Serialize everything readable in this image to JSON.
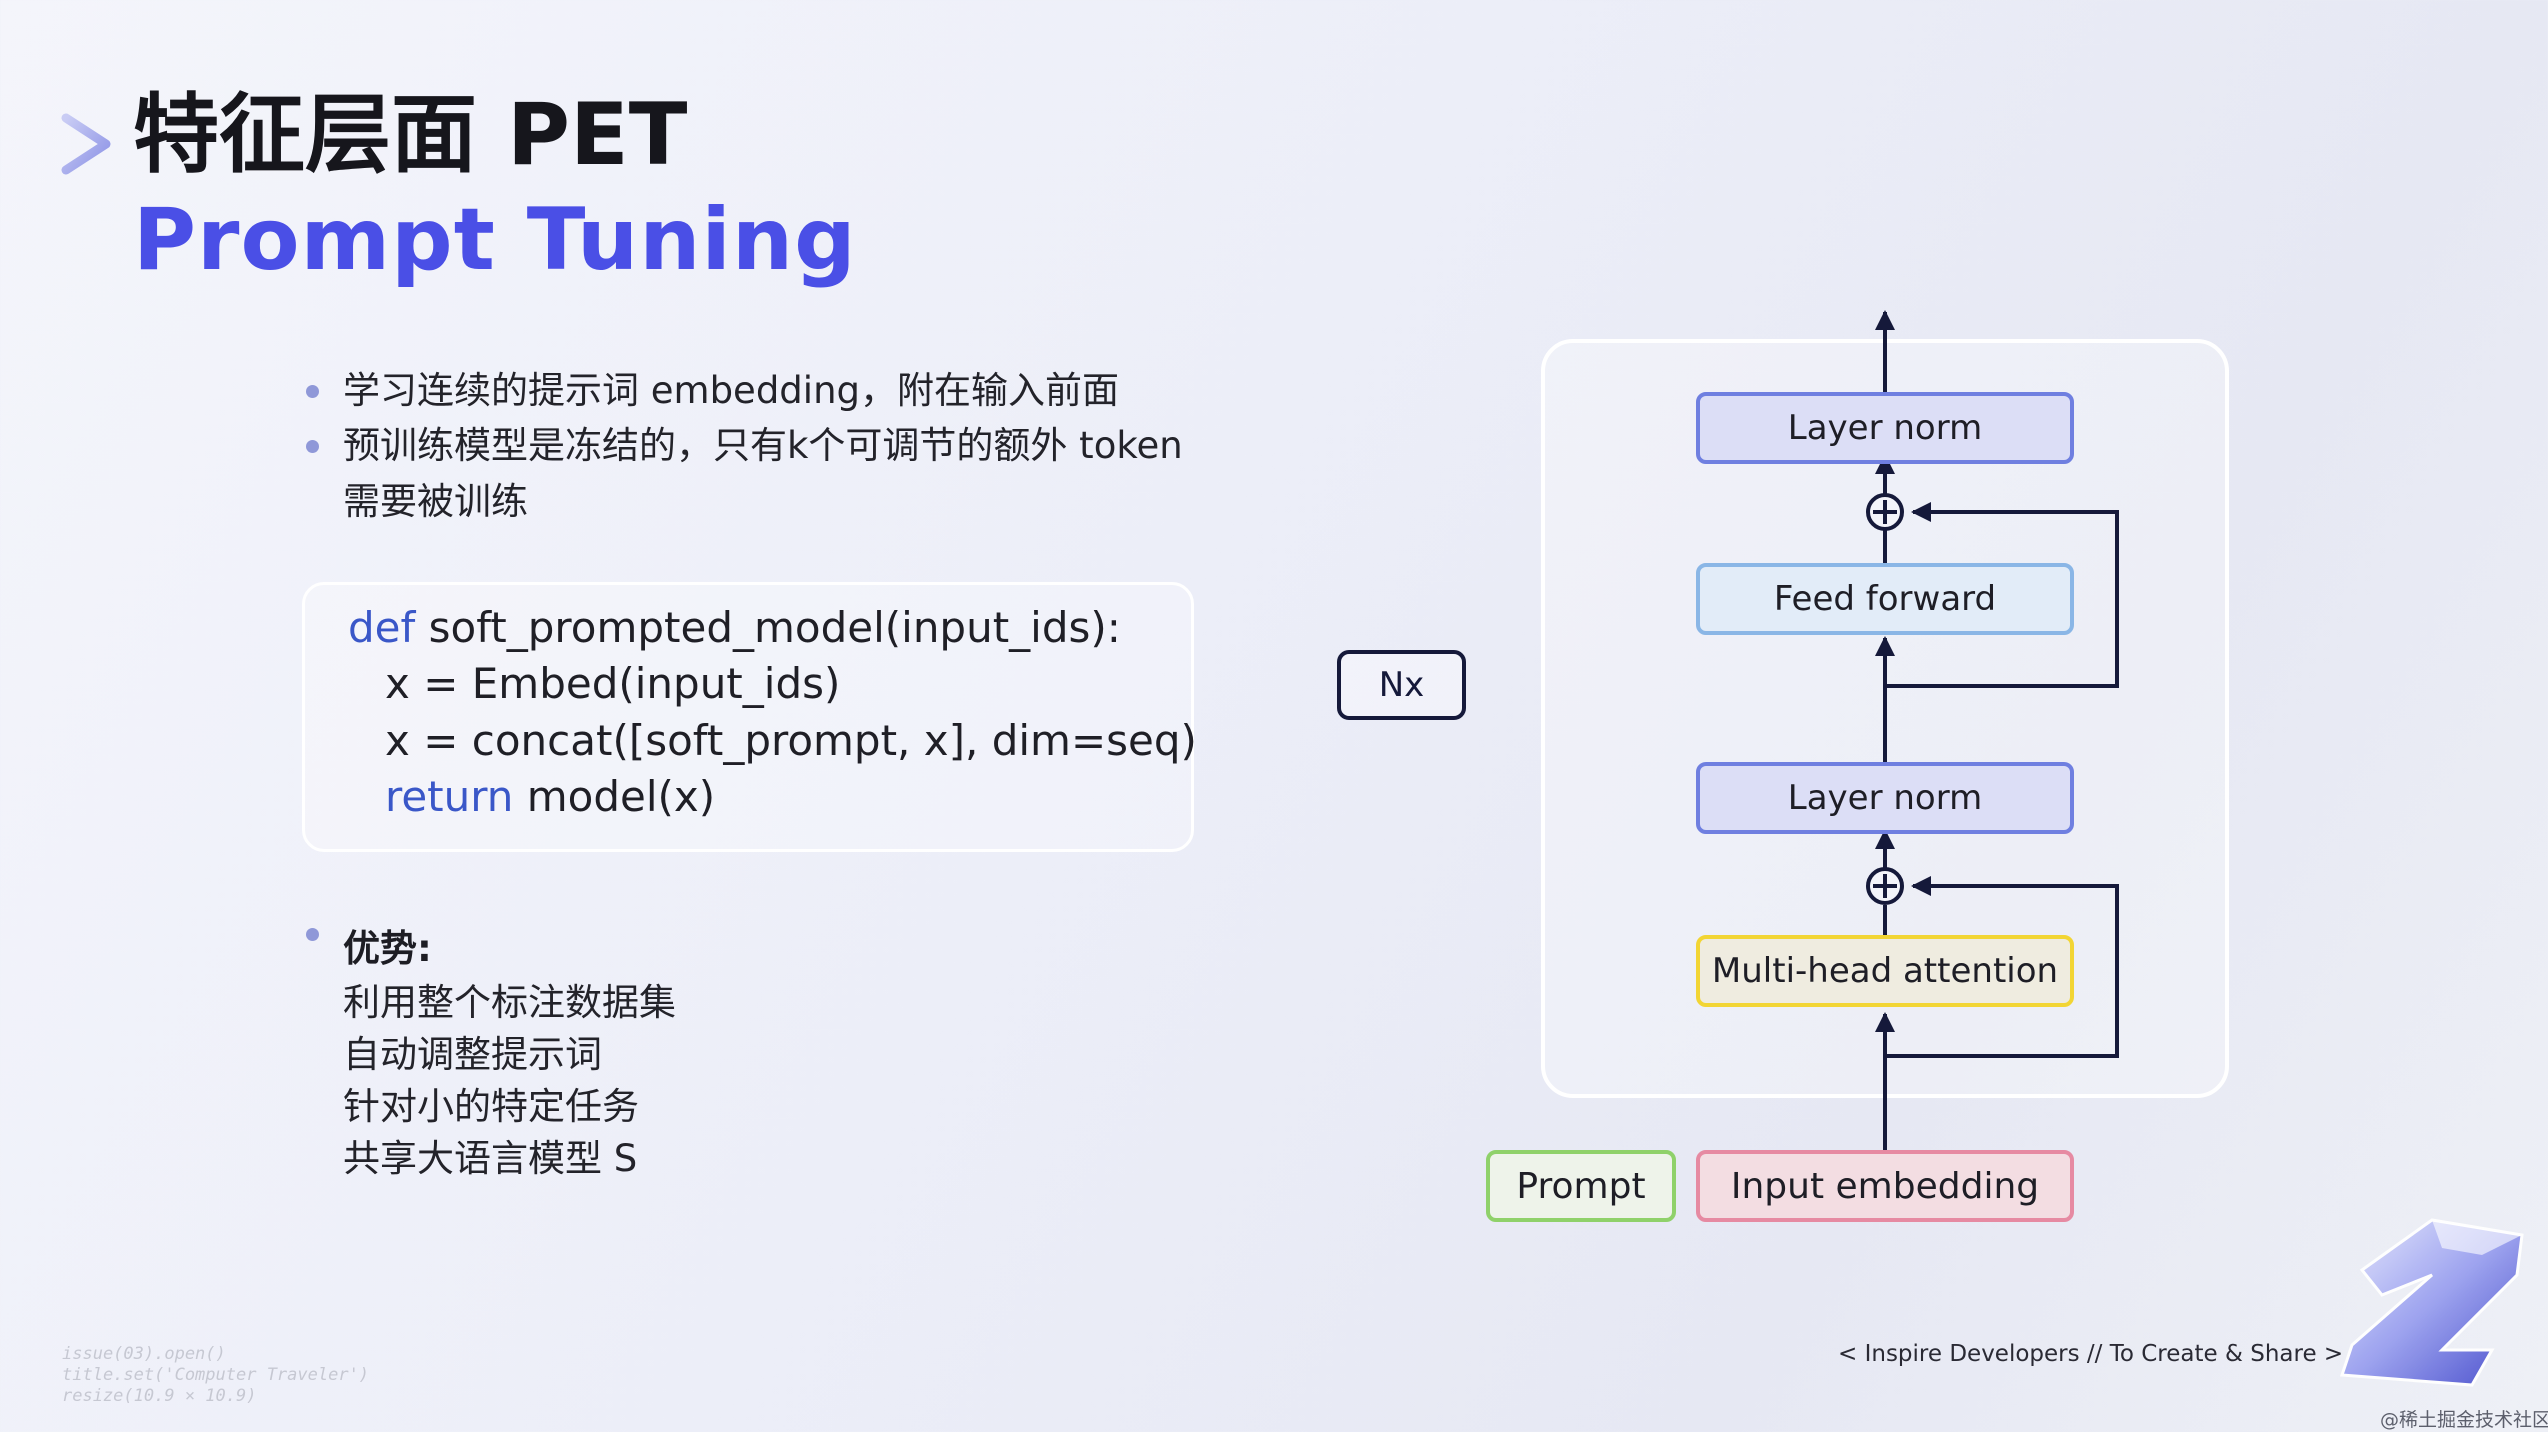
{
  "title": {
    "line1": "特征层面 PET",
    "line2": "Prompt Tuning"
  },
  "bullets": [
    "学习连续的提示词 embedding，附在输入前面",
    "预训练模型是冻结的，只有k个可调节的额外 token",
    "需要被训练"
  ],
  "code": {
    "line1_kw": "def",
    "line1_rest": " soft_prompted_model(input_ids):",
    "line2": "x = Embed(input_ids)",
    "line3": "x = concat([soft_prompt, x], dim=seq)",
    "line4_kw": "return",
    "line4_rest": " model(x)"
  },
  "advantages": {
    "heading": "优势:",
    "items": [
      "利用整个标注数据集",
      "自动调整提示词",
      "针对小的特定任务",
      "共享大语言模型 S"
    ]
  },
  "diagram": {
    "nx_label": "Nx",
    "nodes": {
      "layer_norm_top": "Layer norm",
      "feed_forward": "Feed forward",
      "layer_norm_bottom": "Layer norm",
      "multi_head_attention": "Multi-head attention",
      "prompt": "Prompt",
      "input_embedding": "Input embedding"
    },
    "colors": {
      "layer_norm_fill": "#dcdef6",
      "layer_norm_border": "#6f7fe0",
      "feed_forward_fill": "#e2ecf8",
      "feed_forward_border": "#8ab6e6",
      "attention_fill": "#efece0",
      "attention_border": "#f2d534",
      "prompt_fill": "#eef3ea",
      "prompt_border": "#8fd16a",
      "input_embedding_fill": "#f3dde2",
      "input_embedding_border": "#e68aa2"
    }
  },
  "footer": {
    "tagline": "< Inspire Developers  //  To Create & Share >",
    "watermark": "@稀土掘金技术社区",
    "code_decoration": "issue(03).open()\ntitle.set('Computer Traveler')\nresize(10.9 × 10.9)"
  },
  "colors": {
    "accent": "#4a4fe6",
    "keyword": "#3a57c8",
    "arrow": "#15193a"
  }
}
